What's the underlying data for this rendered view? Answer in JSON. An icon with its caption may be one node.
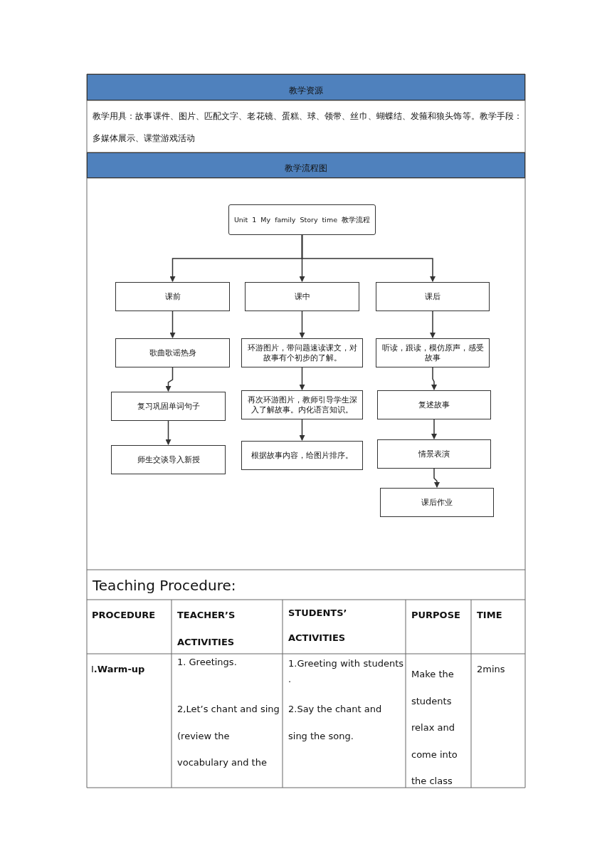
{
  "diagram": {
    "nodes": [
      {
        "text": [
          "Unit 1 My family Story time 教学流程"
        ]
      },
      {
        "text": [
          "课前"
        ]
      },
      {
        "text": [
          "课中"
        ]
      },
      {
        "text": [
          "课后"
        ]
      },
      {
        "text": [
          "歌曲歌谣热身"
        ]
      },
      {
        "text": [
          "复习巩固单词句子"
        ]
      },
      {
        "text": [
          "师生交谈导入新授"
        ]
      },
      {
        "text": [
          "环游图片，带问题速读课文，对故事有个初步的了解。"
        ]
      },
      {
        "text": [
          "再次环游图片，教师引导学生深入了解故事。内化语言知识。"
        ]
      },
      {
        "text": [
          "根据故事内容，给图片排序。"
        ]
      },
      {
        "text": [
          "听读，跟读，模仿原声，感受故事"
        ]
      },
      {
        "text": [
          "复述故事"
        ]
      },
      {
        "text": [
          "情景表演"
        ]
      },
      {
        "text": [
          "课后作业"
        ]
      }
    ],
    "edges": [
      {
        "from": 0,
        "to": 1,
        "arrow": "to"
      },
      {
        "from": 0,
        "to": 2,
        "arrow": "to"
      },
      {
        "from": 0,
        "to": 3,
        "arrow": "to"
      },
      {
        "from": 1,
        "to": 4,
        "arrow": "to"
      },
      {
        "from": 4,
        "to": 5,
        "arrow": "to"
      },
      {
        "from": 5,
        "to": 6,
        "arrow": "to"
      },
      {
        "from": 2,
        "to": 7,
        "arrow": "to"
      },
      {
        "from": 7,
        "to": 8,
        "arrow": "to"
      },
      {
        "from": 8,
        "to": 9,
        "arrow": "to"
      },
      {
        "from": 3,
        "to": 10,
        "arrow": "to"
      },
      {
        "from": 10,
        "to": 11,
        "arrow": "to"
      },
      {
        "from": 11,
        "to": 12,
        "arrow": "to"
      },
      {
        "from": 12,
        "to": 13,
        "arrow": "to"
      }
    ],
    "labels": [
      "教学资源",
      "教学用具：故事课件、图片、匹配文字、老花镜、蛋糕、球、领带、丝巾、蝴蝶结、发箍和狼头饰等。教学手段：多媒体展示、课堂游戏活动",
      "教学流程图",
      "Teaching Procedure:",
      "PROCEDURE",
      "TEACHER’S ACTIVITIES",
      "STUDENTS’ ACTIVITIES",
      "PURPOSE",
      "TIME",
      "Ⅰ**.Warm-up**",
      "1. Greetings.",
      "2,Let’s chant and sing (review the vocabulary and the",
      "1.Greeting with students .",
      "2.Say the chant and sing the song.",
      "Make the students relax and come into the class",
      "2mins"
    ]
  }
}
